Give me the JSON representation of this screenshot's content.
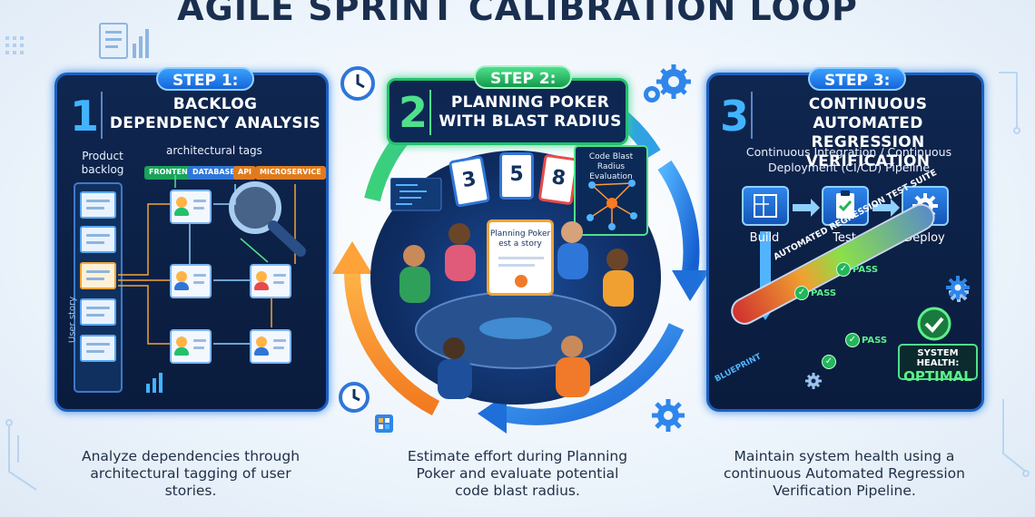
{
  "title": "AGILE SPRINT CALIBRATION LOOP",
  "step1": {
    "pill": "STEP 1:",
    "number": "1",
    "heading": [
      "BACKLOG",
      "DEPENDENCY ANALYSIS"
    ],
    "backlog_label": [
      "Product",
      "backlog"
    ],
    "tags_label": "architectural tags",
    "tags": [
      "FRONTEND",
      "DATABASE",
      "API",
      "MICROSERVICE"
    ],
    "vertical_label": "User story",
    "caption": [
      "Analyze dependencies through",
      "architectural tagging of user",
      "stories."
    ]
  },
  "step2": {
    "pill": "STEP 2:",
    "number": "2",
    "heading": [
      "PLANNING POKER",
      "WITH BLAST RADIUS"
    ],
    "cards": [
      "3",
      "5",
      "8"
    ],
    "blast_box": [
      "Code Blast",
      "Radius Evaluation"
    ],
    "tablet": [
      "Planning Poker",
      "est a story"
    ],
    "caption": [
      "Estimate effort during Planning",
      "Poker and evaluate potential",
      "code blast radius."
    ]
  },
  "step3": {
    "pill": "STEP 3:",
    "number": "3",
    "heading": [
      "CONTINUOUS AUTOMATED",
      "REGRESSION VERIFICATION"
    ],
    "pipeline_label": [
      "Continuous Integration / Continuous",
      "Deployment (CI/CD) Pipeline"
    ],
    "stages": [
      "Build",
      "Test",
      "Deploy"
    ],
    "pass_label": "PASS",
    "suite_label": "AUTOMATED REGRESSION TEST SUITE",
    "blueprint_label": "BLUEPRINT",
    "health": [
      "SYSTEM HEALTH:",
      "OPTIMAL"
    ],
    "caption": [
      "Maintain system health using a",
      "continuous Automated Regression",
      "Verification Pipeline."
    ]
  },
  "colors": {
    "navy": "#0f2650",
    "blue_accent": "#1d5fbf",
    "green_accent": "#23c06b",
    "orange_arrow": "#f28a2a",
    "blue_arrow": "#2f86ea"
  }
}
